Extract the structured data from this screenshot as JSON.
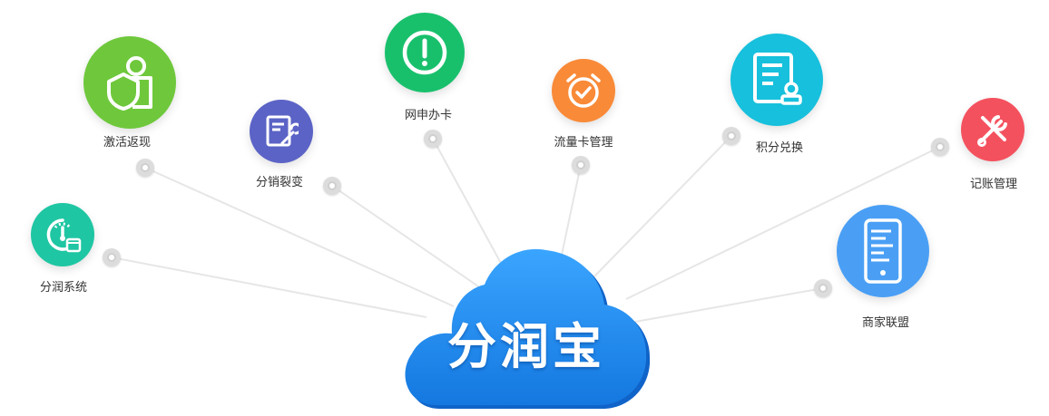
{
  "center": {
    "title": "分润宝",
    "color": "#1e90f5"
  },
  "features": [
    {
      "id": "jihuo",
      "label": "激活返现",
      "icon": "shield-user-icon",
      "color": "#6fc83c"
    },
    {
      "id": "fenxiao",
      "label": "分销裂变",
      "icon": "document-wrench-icon",
      "color": "#5b63c6"
    },
    {
      "id": "wangshen",
      "label": "网申办卡",
      "icon": "alert-icon",
      "color": "#19c06c"
    },
    {
      "id": "liuliang",
      "label": "流量卡管理",
      "icon": "alarm-check-icon",
      "color": "#f98a38"
    },
    {
      "id": "jifen",
      "label": "积分兑换",
      "icon": "certificate-stamp-icon",
      "color": "#17c0dc"
    },
    {
      "id": "jizhang",
      "label": "记账管理",
      "icon": "tools-icon",
      "color": "#f4515e"
    },
    {
      "id": "shangjia",
      "label": "商家联盟",
      "icon": "phone-icon",
      "color": "#4a9ff5"
    },
    {
      "id": "fenrun",
      "label": "分润系统",
      "icon": "gauge-calendar-icon",
      "color": "#1fc6a3"
    }
  ]
}
